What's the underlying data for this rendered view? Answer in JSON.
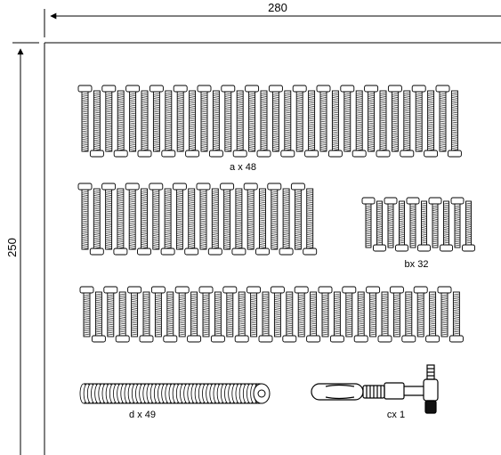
{
  "dimensions": {
    "width_label": "280",
    "height_label": "250"
  },
  "groups": {
    "a": {
      "label": "a x 48"
    },
    "b": {
      "label": "bx 32"
    },
    "c": {
      "label": "cx 1"
    },
    "d": {
      "label": "d x 49"
    }
  },
  "colors": {
    "line": "#000000",
    "hatch": "#333333",
    "background": "#ffffff"
  }
}
